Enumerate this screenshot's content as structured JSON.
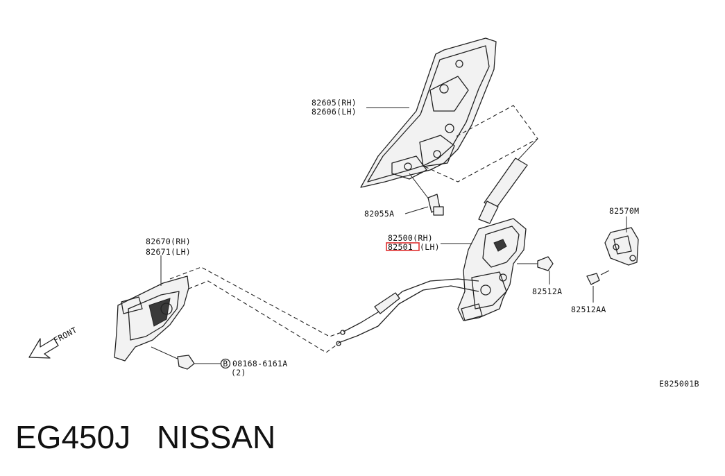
{
  "labels": {
    "p82605": "82605(RH)",
    "p82606": "82606(LH)",
    "p82055A": "82055A",
    "p82500": "82500(RH)",
    "p82501_code": "82501",
    "p82501_side": "(LH)",
    "p82570M": "82570M",
    "p82512A": "82512A",
    "p82512AA": "82512AA",
    "p82670": "82670(RH)",
    "p82671": "82671(LH)",
    "p08168": "08168-6161A",
    "qty": "(2)",
    "bolt_marker": "B",
    "front": "FRONT",
    "diagram_code": "E825001B"
  },
  "footer": {
    "model": "EG450J",
    "brand": "NISSAN"
  },
  "colors": {
    "line": "#222222",
    "highlight": "#e03030",
    "background": "#ffffff"
  },
  "icons": [
    "front-arrow-icon",
    "bolt-marker-icon"
  ]
}
